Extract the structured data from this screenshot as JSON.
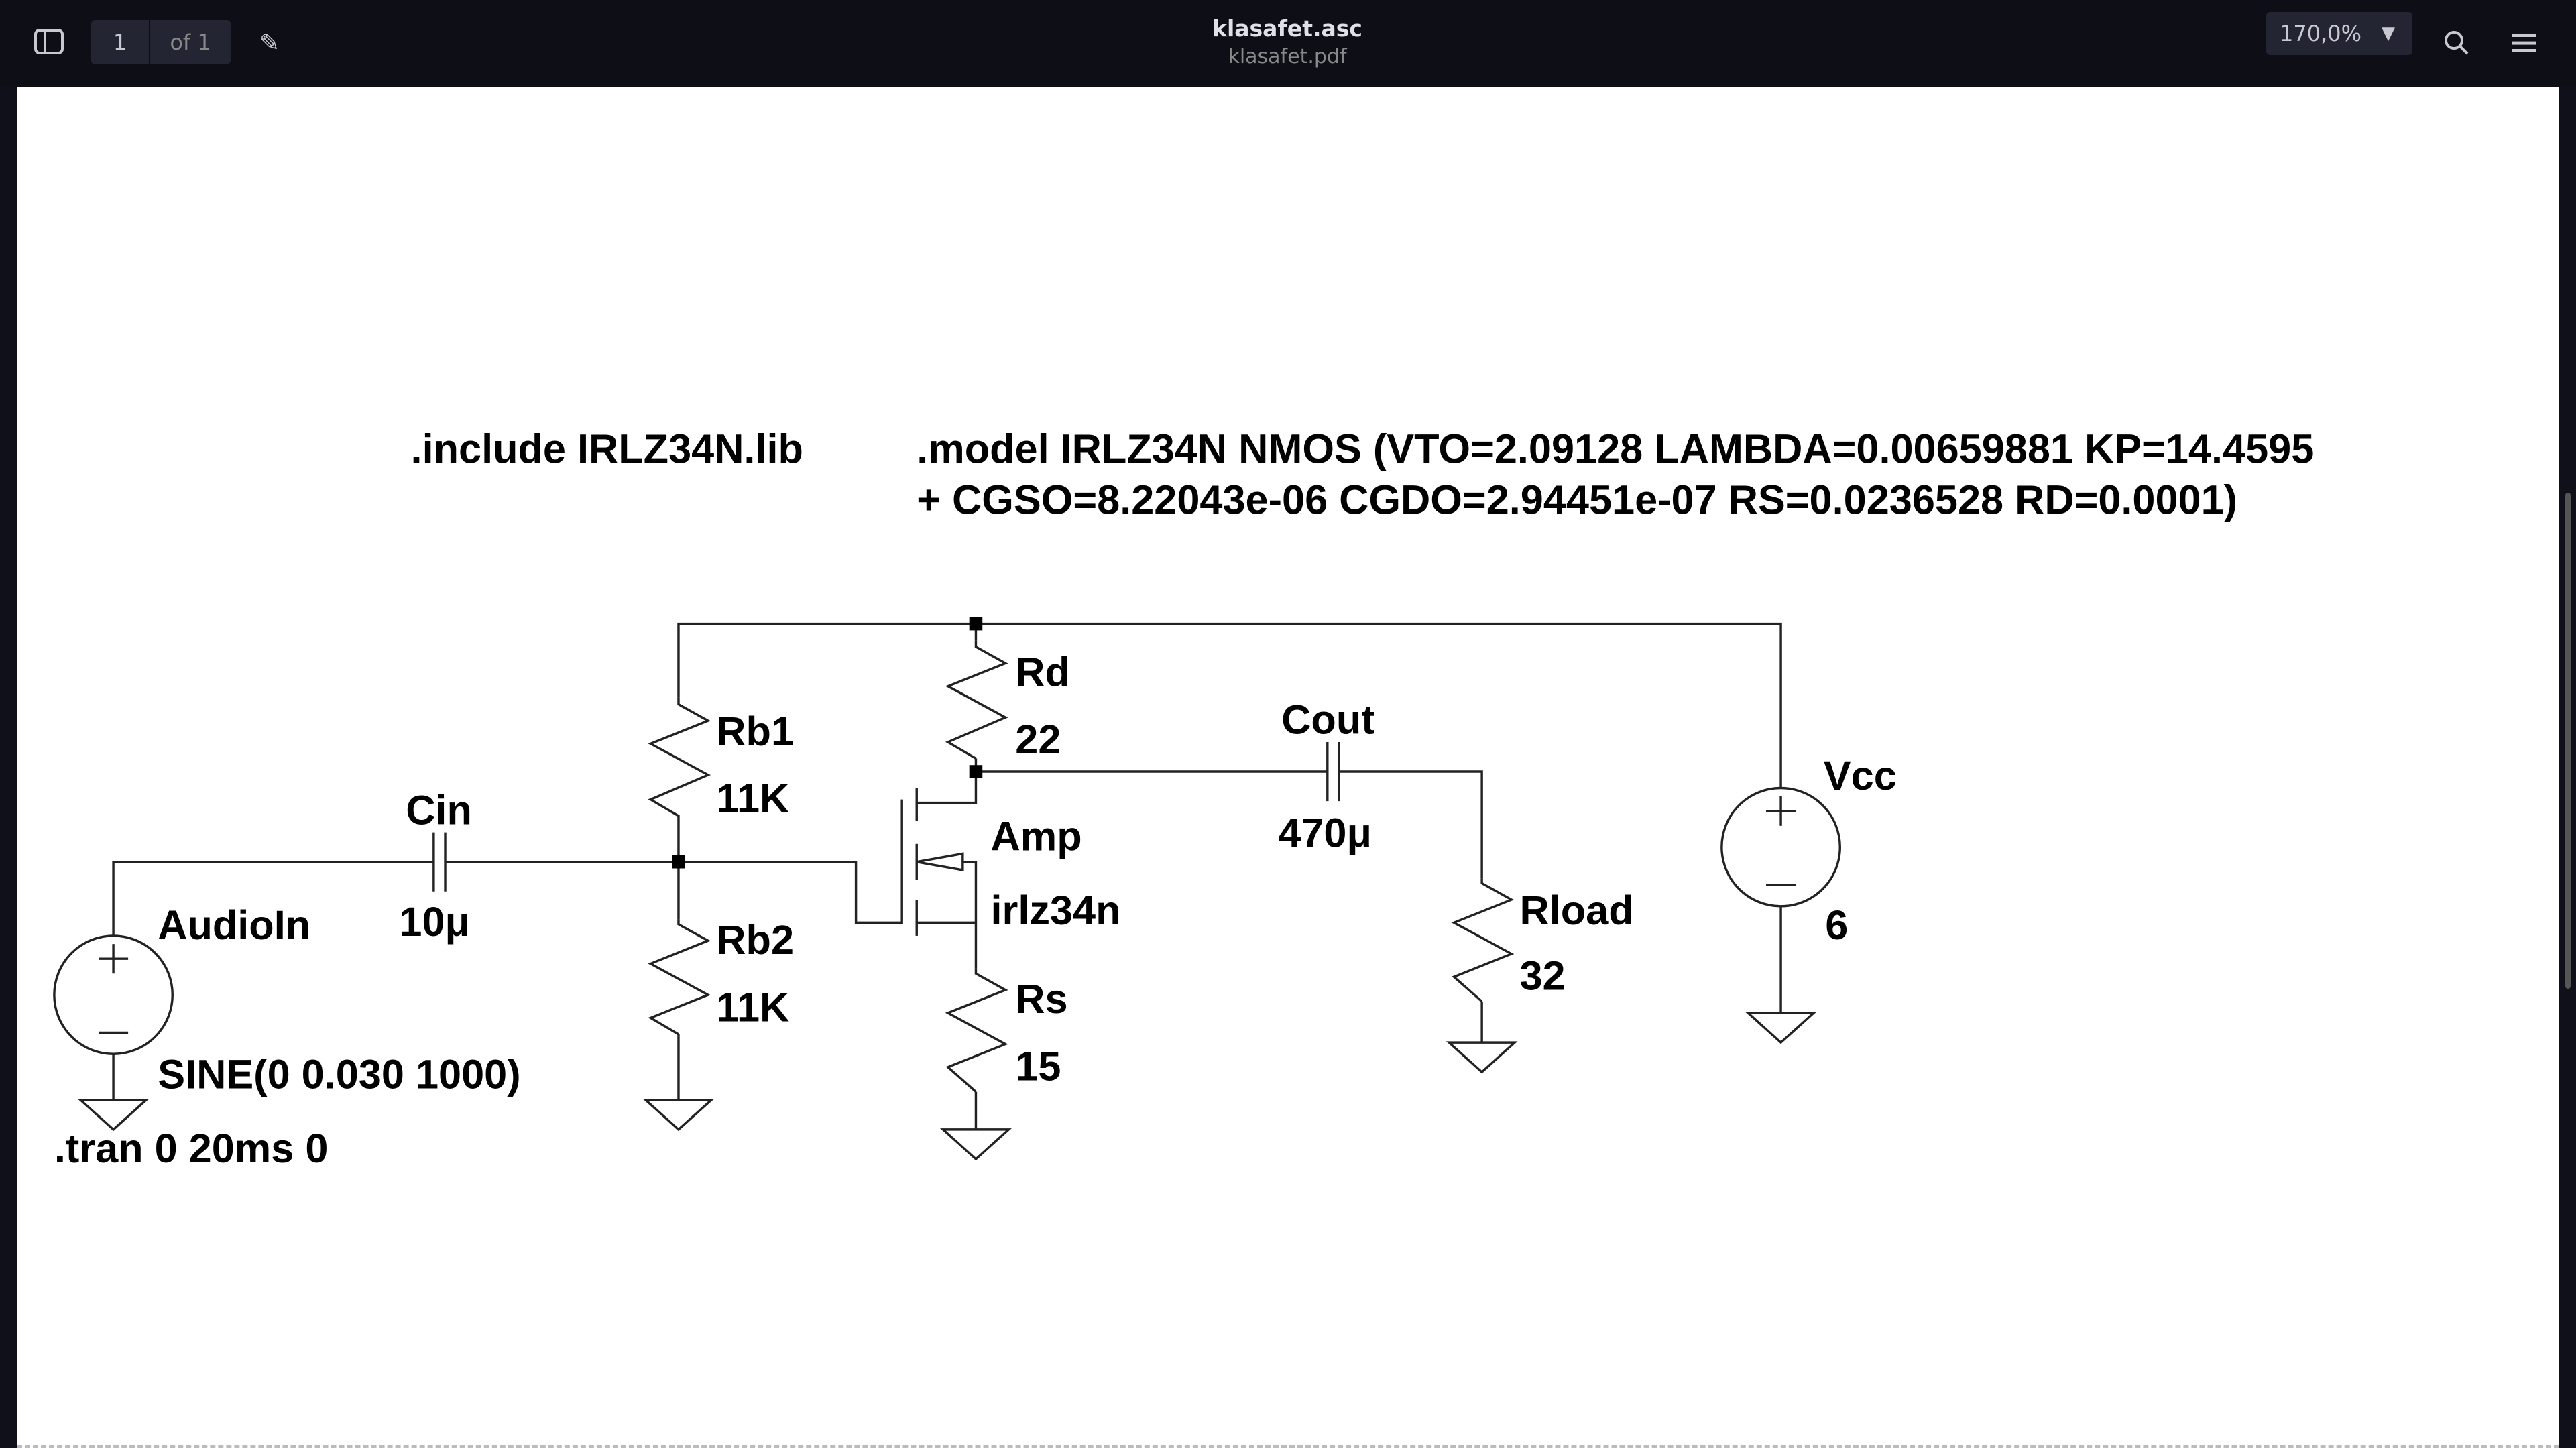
{
  "toolbar": {
    "title": "klasafet.asc",
    "subtitle": "klasafet.pdf",
    "page_current": "1",
    "page_total": "of 1",
    "zoom": "170,0%",
    "icons": [
      "sidebar-toggle-icon",
      "pencil-icon",
      "chevron-down-icon",
      "search-icon",
      "menu-icon"
    ]
  },
  "schematic": {
    "directives": {
      "include": ".include IRLZ34N.lib",
      "model_line1": ".model IRLZ34N NMOS (VTO=2.09128 LAMBDA=0.00659881 KP=14.4595",
      "model_line2": "+ CGSO=8.22043e-06 CGDO=2.94451e-07 RS=0.0236528 RD=0.0001)",
      "tran": ".tran 0 20ms 0"
    },
    "components": {
      "rd": {
        "name": "Rd",
        "value": "22"
      },
      "cout": {
        "name": "Cout",
        "value": "470μ"
      },
      "rb1": {
        "name": "Rb1",
        "value": "11K"
      },
      "rb2": {
        "name": "Rb2",
        "value": "11K"
      },
      "cin": {
        "name": "Cin",
        "value": "10μ"
      },
      "amp": {
        "name": "Amp",
        "value": "irlz34n"
      },
      "audioin": {
        "name": "AudioIn",
        "value": "SINE(0 0.030 1000)"
      },
      "rs": {
        "name": "Rs",
        "value": "15"
      },
      "rload": {
        "name": "Rload",
        "value": "32"
      },
      "vcc": {
        "name": "Vcc",
        "value": "6"
      }
    }
  }
}
